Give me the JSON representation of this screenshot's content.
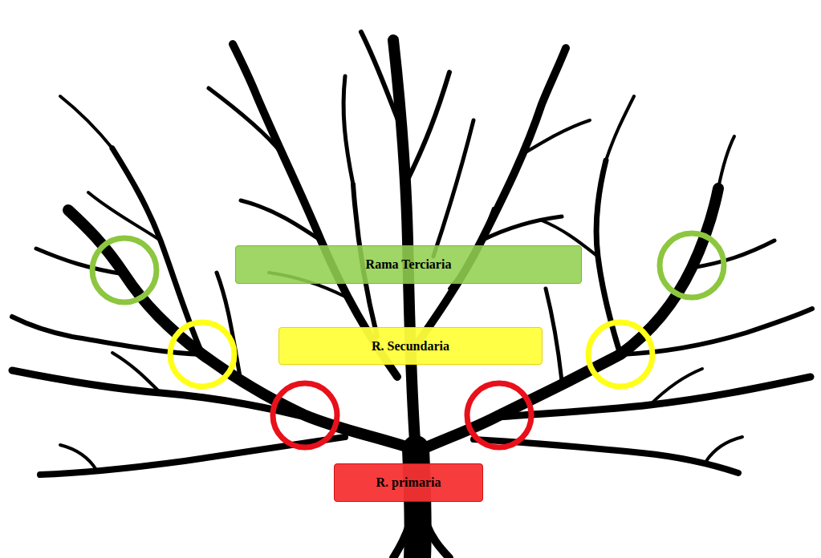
{
  "diagram": {
    "nodes": [
      {
        "text": [
          "Rama Terciaria"
        ]
      },
      {
        "text": [
          "R. Secundaria"
        ]
      },
      {
        "text": [
          "R. primaria"
        ]
      }
    ]
  }
}
